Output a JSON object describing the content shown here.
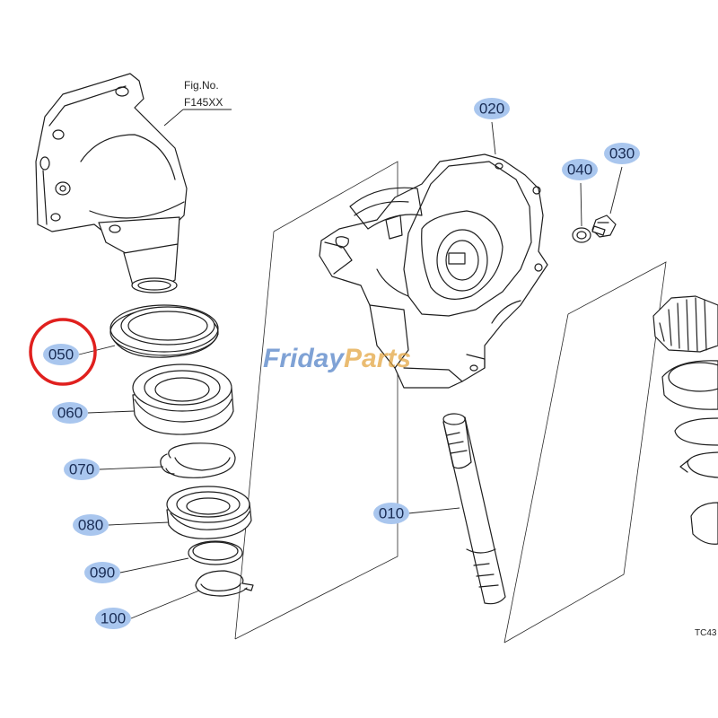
{
  "figure": {
    "fig_label": "Fig.No.",
    "fig_number": "F145XX",
    "corner_code": "TC43"
  },
  "watermark": {
    "part1": "Friday",
    "part2": "Parts",
    "color1": "#4f7fc6",
    "color2": "#e3a33c"
  },
  "highlight": {
    "target": "050",
    "color": "#e0201e"
  },
  "callouts": [
    {
      "id": "010",
      "label": "010"
    },
    {
      "id": "020",
      "label": "020"
    },
    {
      "id": "030",
      "label": "030"
    },
    {
      "id": "040",
      "label": "040"
    },
    {
      "id": "050",
      "label": "050"
    },
    {
      "id": "060",
      "label": "060"
    },
    {
      "id": "070",
      "label": "070"
    },
    {
      "id": "080",
      "label": "080"
    },
    {
      "id": "090",
      "label": "090"
    },
    {
      "id": "100",
      "label": "100"
    }
  ]
}
